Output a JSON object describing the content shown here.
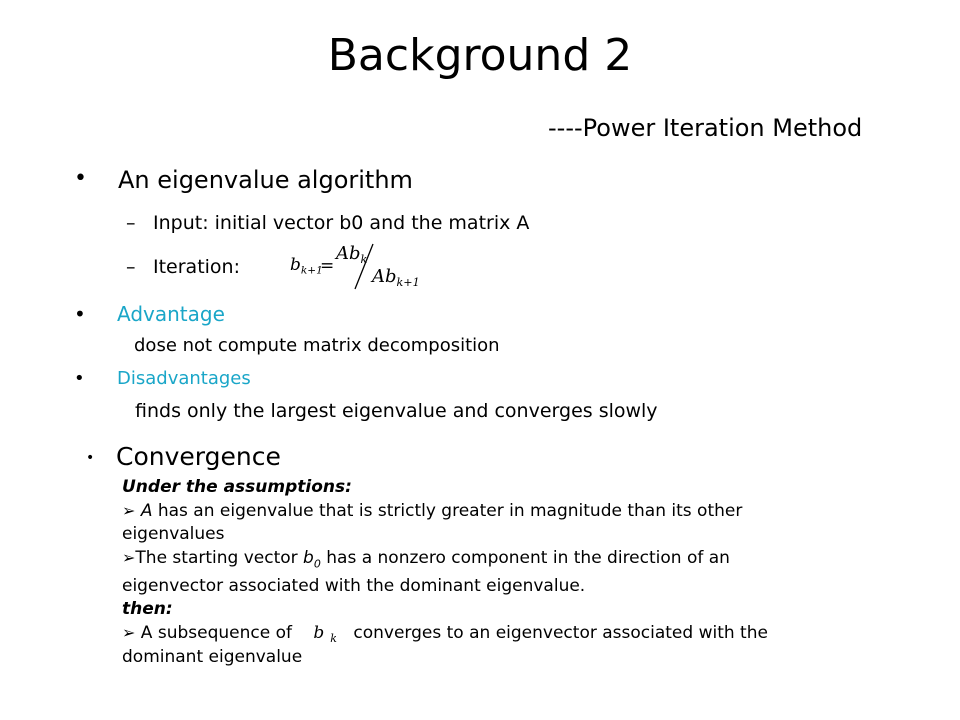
{
  "title": "Background 2",
  "subtitle": "----Power Iteration Method",
  "bullets": {
    "algo": "An eigenvalue algorithm",
    "input": "Input:  initial vector b0  and the matrix  A",
    "iteration": "Iteration:",
    "advantage": "Advantage",
    "advantage_text": "dose not compute matrix decomposition",
    "disadvantages": "Disadvantages",
    "disadvantages_text": "finds only the largest eigenvalue and converges slowly",
    "convergence": "Convergence"
  },
  "formula": {
    "lhs": "b",
    "lhs_sub": "k+1",
    "eq": "=",
    "num": "Ab",
    "num_sub": "k",
    "den": "Ab",
    "den_sub": "k+1"
  },
  "convergence": {
    "assumptions": "Under the assumptions:",
    "a_var": "A",
    "a_rest": " has an eigenvalue that is strictly greater in magnitude than its other",
    "a_cont": "eigenvalues",
    "b_text1": "The starting vector ",
    "b_var": "b",
    "b_sub": "0",
    "b_text2": " has a nonzero component in the direction of an",
    "b_cont": "eigenvector associated with the dominant eigenvalue.",
    "then": "then:",
    "c_text1": " A subsequence of ",
    "c_var": "b",
    "c_sub": "k",
    "c_text2": "converges to an eigenvector associated with the",
    "c_cont": "dominant eigenvalue"
  },
  "colors": {
    "accent": "#1aa6c8"
  }
}
